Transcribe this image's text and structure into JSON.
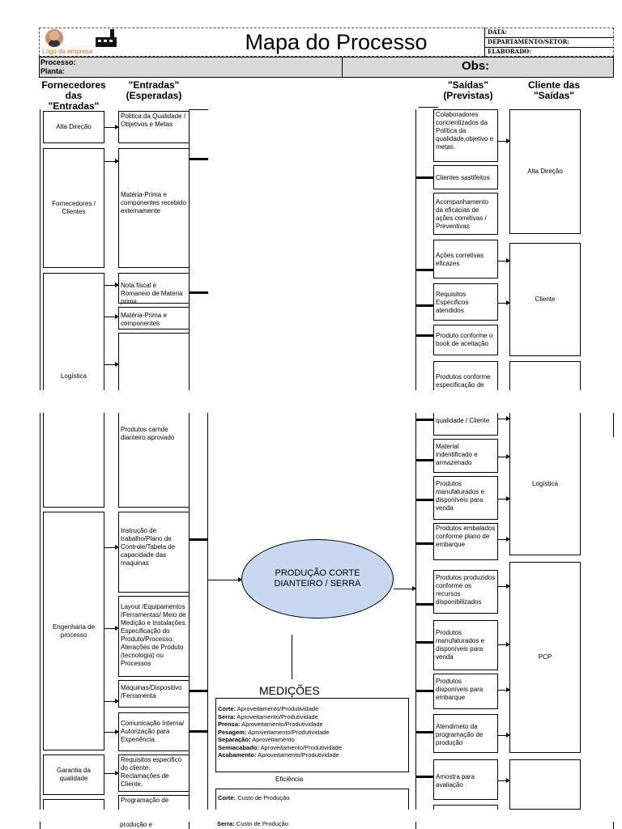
{
  "header": {
    "logo_caption": "Logo da empresa",
    "title": "Mapa do Processo",
    "data_label": "DATA:",
    "setor_label": "DEPARTAMENTO/SETOR:",
    "elaborado_label": "ELABORADO:",
    "processo_label": "Processo:",
    "planta_label": "Planta:",
    "obs_label": "Obs:"
  },
  "columns": {
    "fornecedores": "Fornecedores das \"Entradas\"",
    "entradas": "\"Entradas\" (Esperadas)",
    "saidas": "\"Saídas\" (Previstas)",
    "clientes": "Cliente das \"Saídas\""
  },
  "suppliers": [
    "Alta Direção",
    "Fornecedores / Clientes",
    "Logística",
    "Engenharia de processo",
    "Garantia da qualidade"
  ],
  "inputs": [
    "Politica da Qualidade / Objetivos e Metas",
    "Matéria-Prima e componentes recebido externamente",
    "Nota fiscal e Romaneio de Materia prima",
    "Matéria-Prima e componentes",
    "Produtos carnde dianteiro aprovado",
    "Instrução de trabalho/Plano de Controle/Tabela de capacidade das maquinas",
    "Layout /Equipamentos /Ferramentas/ Meio de Medição e Instalações. Especificação do Produto/Processo. Aterações de Produto (tecnologia) ou Processos",
    "Máquinas/Dispositivo /Ferramenta",
    "Comunicação Interna/ Autorização para Experiência.",
    "Requisitos especifico do cliente. Reclamações de Cliente.",
    "Programação de",
    "produção e"
  ],
  "outputs": [
    "Colaboradores concientizados da Política da qualidade,objetivo e metas.",
    "Clientes sastifeitos",
    "Acompanhamento da eficácias de ações corretivas / Preventivas",
    "Ações corretivas eficazes",
    "Requisitos Especificos atendidos",
    "Produto conforme o book de aceitação",
    "Produtos conforme especificação de",
    "qualidade / Cliente",
    "Material indentificado e armazenado",
    "Produtos manufaturados e disponíveis para venda",
    "Produtos embalados conforme plano de embarque",
    "Produtos produzidos conforme os recursos disponibilizados",
    "Produtos manufaturados e disponíveis para venda",
    "Produtos disponíveis para embarque",
    "Atendimeto da programação de produção",
    "Amostra para avaliação"
  ],
  "clients": [
    "Alta Direção",
    "Cliente",
    "Logística",
    "PCP"
  ],
  "process": {
    "name": "PRODUÇÃO CORTE DIANTEIRO / SERRA",
    "fill": "#c6d9f1"
  },
  "medicoes": {
    "title": "MEDIÇÕES",
    "items": [
      {
        "k": "Corte:",
        "v": "Aproveitamento/Produtividade"
      },
      {
        "k": "Serra:",
        "v": "Aproveitamento/Produtividade"
      },
      {
        "k": "Prensa:",
        "v": "Aproveitamento/Produtividade"
      },
      {
        "k": "Pesagem:",
        "v": "Aproveitamento/Produtividade"
      },
      {
        "k": "Separação:",
        "v": "Aproveitamento"
      },
      {
        "k": "Semiacabado:",
        "v": "Aproveitamento/Produtividade"
      },
      {
        "k": "Acabamento:",
        "v": "Aproveitamento/Produtividade"
      }
    ],
    "eficiencia": "Eficiência",
    "custo_items": [
      {
        "k": "Corte:",
        "v": "Custo de Produção"
      },
      {
        "k": "Serra:",
        "v": "Custo de Produção"
      }
    ]
  },
  "colors": {
    "logo_caption": "#e36c09",
    "header_band": "#d9d9d9"
  }
}
